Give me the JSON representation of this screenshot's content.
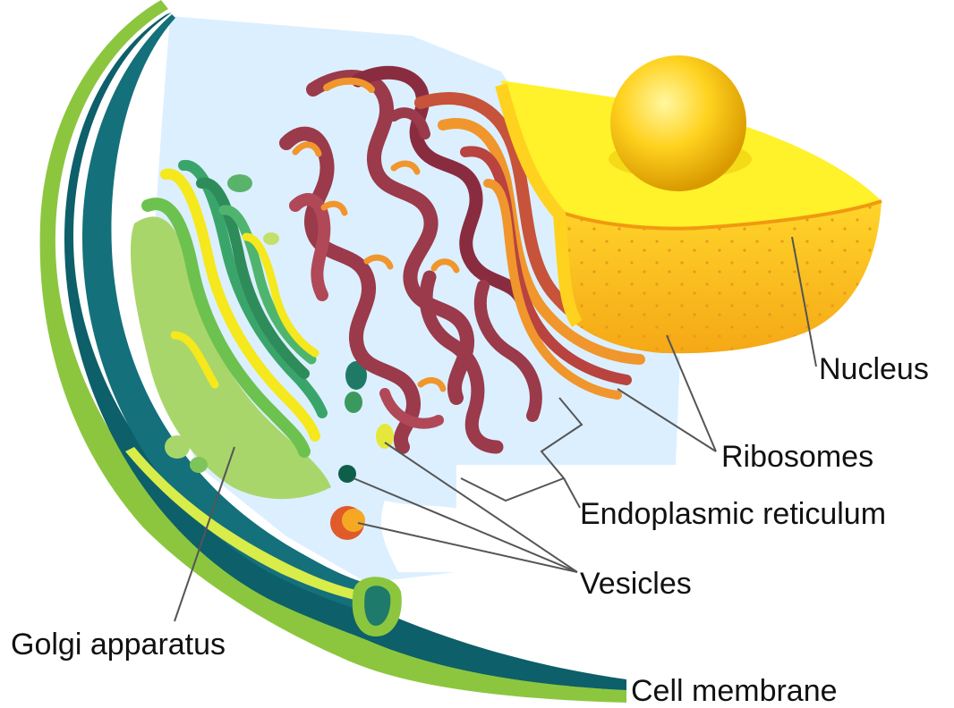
{
  "labels": {
    "nucleus": "Nucleus",
    "ribosomes": "Ribosomes",
    "er": "Endoplasmic reticulum",
    "vesicles": "Vesicles",
    "golgi": "Golgi apparatus",
    "membrane": "Cell membrane"
  },
  "colors": {
    "membrane_outer": "#8cc63f",
    "membrane_dark": "#0d5f6a",
    "membrane_light": "#d8ec4a",
    "cytoplasm": "#dcefff",
    "er": "#9a3a4a",
    "er_highlight": "#f0962c",
    "nucleus_top": "#fff12a",
    "nucleus_side": "#ffc61c",
    "nucleolus": "#f9c20c",
    "golgi_light": "#a9d66a",
    "golgi_mid": "#3aa56a",
    "golgi_yellow": "#f5e81c",
    "leader_line": "#555555"
  }
}
